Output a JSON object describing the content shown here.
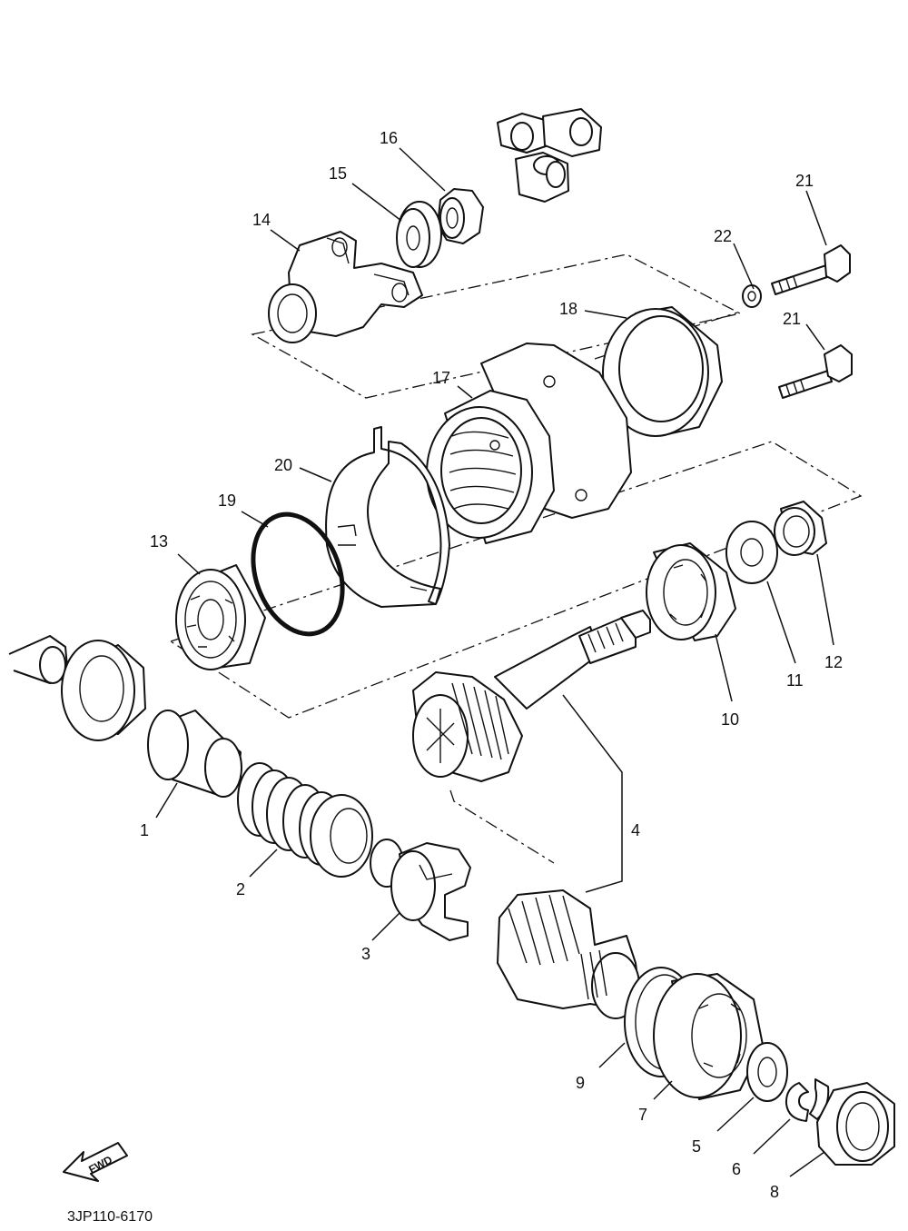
{
  "diagram": {
    "doc_code": "3JP110-6170",
    "fwd_label": "FWD",
    "labels": {
      "p1": "1",
      "p2": "2",
      "p3": "3",
      "p4": "4",
      "p5": "5",
      "p6": "6",
      "p7": "7",
      "p8": "8",
      "p9": "9",
      "p10": "10",
      "p11": "11",
      "p12": "12",
      "p13": "13",
      "p14": "14",
      "p15": "15",
      "p16": "16",
      "p17": "17",
      "p18": "18",
      "p19": "19",
      "p20": "20",
      "p21a": "21",
      "p21b": "21",
      "p22": "22"
    }
  }
}
